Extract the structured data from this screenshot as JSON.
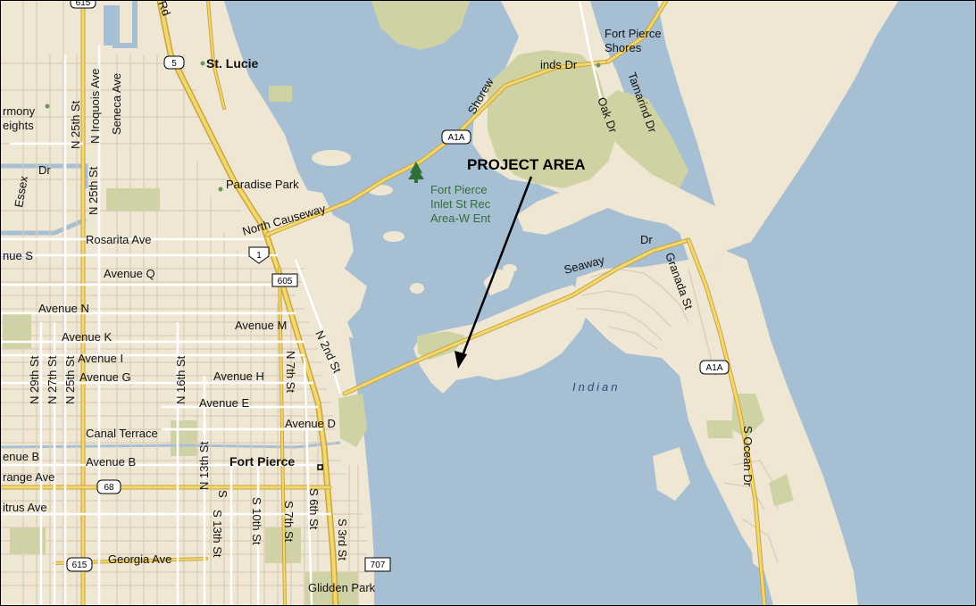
{
  "colors": {
    "land": "#efe6d4",
    "water": "#a7bfd3",
    "park": "#cfd3a4",
    "road_major": "#f3d872",
    "road_major_edge": "#c9a53a",
    "road_minor": "#d9cdb6"
  },
  "labels": {
    "st_lucie": "St. Lucie",
    "fort_pierce_shores_1": "Fort Pierce",
    "fort_pierce_shores_2": "Shores",
    "shorewinds_1": "Shorew",
    "shorewinds_2": "inds Dr",
    "tamarind": "Tamarind Dr",
    "oak": "Oak Dr",
    "harmony_1": "rmony",
    "harmony_2": "eights",
    "n_25th": "N 25th St",
    "n_iroquois": "N Iroquois Ave",
    "seneca": "Seneca Ave",
    "n_25th_2": "N 25th St",
    "dr_left": "Dr",
    "essex": "Essex",
    "paradise_park": "Paradise Park",
    "project_area": "PROJECT AREA",
    "park_1": "Fort Pierce",
    "park_2": "Inlet St Rec",
    "park_3": "Area-W Ent",
    "north_causeway": "North Causeway",
    "rosarita": "Rosarita Ave",
    "nue_s": "nue S",
    "avenue_q": "Avenue Q",
    "avenue_n": "Avenue N",
    "avenue_k": "Avenue K",
    "avenue_i": "Avenue I",
    "avenue_g": "Avenue G",
    "avenue_m": "Avenue M",
    "avenue_h": "Avenue H",
    "avenue_e": "Avenue E",
    "avenue_d": "Avenue D",
    "n_29th": "N 29th St",
    "n_27th": "N 27th St",
    "n_25th_3": "N 25th St",
    "n_16th": "N 16th St",
    "n_7th": "N 7th St",
    "n_2nd": "N 2nd St",
    "canal_terrace": "Canal Terrace",
    "enue_b": "enue B",
    "avenue_b": "Avenue B",
    "fort_pierce": "Fort Pierce",
    "range_ave": "range Ave",
    "n_13th": "N 13th St",
    "itrus": "itrus Ave",
    "s_13th": "S 13th St",
    "s_10th": "S 10th St",
    "s_7th": "S 7th St",
    "s_6th": "S 6th St",
    "s_3rd": "S 3rd St",
    "georgia": "Georgia Ave",
    "glidden_park": "Glidden Park",
    "seaway": "Seaway",
    "seaway_dr": "Dr",
    "granada": "Granada St",
    "indian": "Indian",
    "s_ocean": "S Ocean Dr",
    "s_cut": "S",
    "fort_pierce_rd": "Rd"
  },
  "shields": {
    "sr5": "5",
    "a1a_north": "A1A",
    "us1": "1",
    "sr605": "605",
    "a1a_south": "A1A",
    "sr68": "68",
    "sr615_top": "615",
    "sr615": "615",
    "sr707": "707"
  }
}
